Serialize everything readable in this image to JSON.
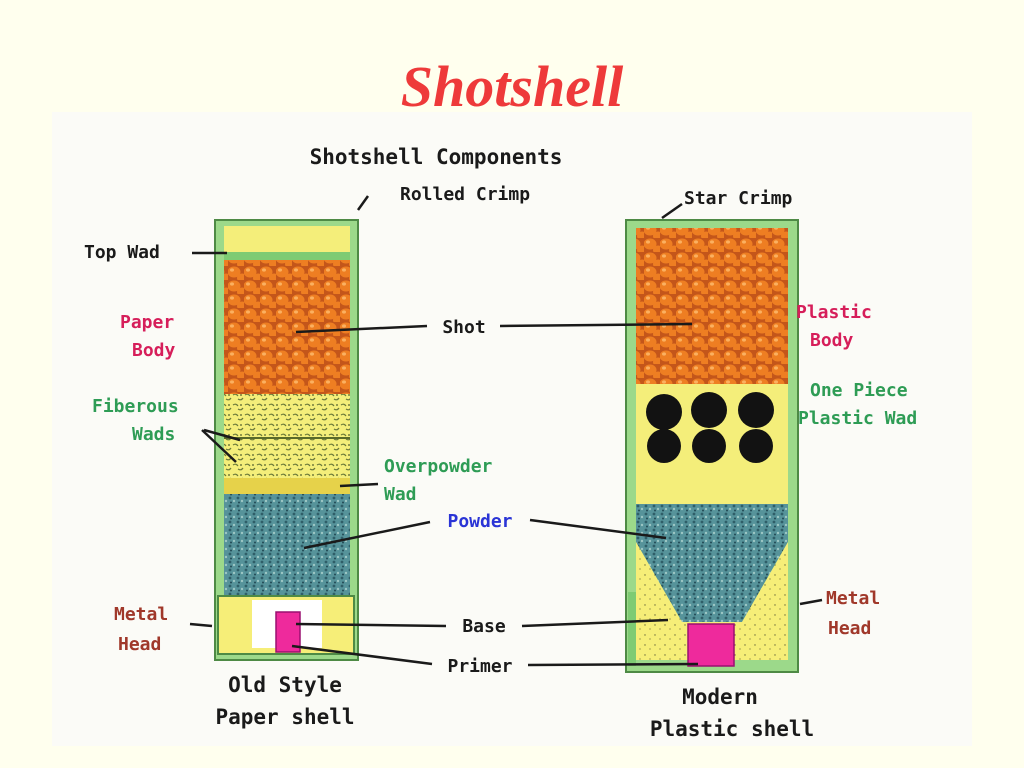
{
  "slide": {
    "title": "Shotshell"
  },
  "diagram": {
    "heading": "Shotshell Components",
    "colors": {
      "title": "#EE3A3A",
      "shot": "#E7751E",
      "wad": "#F3EE78",
      "powder": "#4A8A93",
      "casing": "#9CD98A",
      "primer": "#EE2A9C",
      "label_black": "#1A1A1A",
      "label_red": "#D61E5A",
      "label_brown": "#A0382A",
      "label_green": "#2E9C55",
      "label_blue": "#2A34D6"
    },
    "old_shell": {
      "caption_line1": "Old Style",
      "caption_line2": "Paper shell",
      "rolled_crimp": "Rolled Crimp",
      "top_wad": "Top Wad",
      "paper_body_line1": "Paper",
      "paper_body_line2": "Body",
      "fiberous_wads_line1": "Fiberous",
      "fiberous_wads_line2": "Wads",
      "overpowder_wad_line1": "Overpowder",
      "overpowder_wad_line2": "Wad",
      "metal_head_line1": "Metal",
      "metal_head_line2": "Head"
    },
    "shared": {
      "shot": "Shot",
      "powder": "Powder",
      "base": "Base",
      "primer": "Primer"
    },
    "modern_shell": {
      "caption_line1": "Modern",
      "caption_line2": "Plastic shell",
      "star_crimp": "Star Crimp",
      "plastic_body_line1": "Plastic",
      "plastic_body_line2": "Body",
      "one_piece_wad_line1": "One Piece",
      "one_piece_wad_line2": "Plastic Wad",
      "metal_head_line1": "Metal",
      "metal_head_line2": "Head"
    }
  }
}
